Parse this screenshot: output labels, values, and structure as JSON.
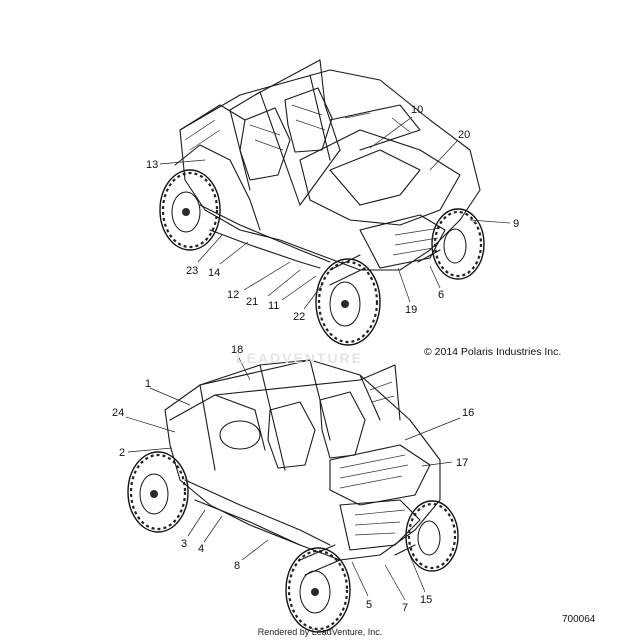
{
  "copyright": "© 2014 Polaris Industries Inc.",
  "diagram_number": "700064",
  "rendered_by": "Rendered by LeadVenture, Inc.",
  "watermark": "LEADVENTURE",
  "views": [
    {
      "name": "top-view-front",
      "callouts": [
        {
          "label": "10"
        },
        {
          "label": "20"
        },
        {
          "label": "13"
        },
        {
          "label": "9"
        },
        {
          "label": "23"
        },
        {
          "label": "14"
        },
        {
          "label": "12"
        },
        {
          "label": "21"
        },
        {
          "label": "11"
        },
        {
          "label": "22"
        },
        {
          "label": "19"
        },
        {
          "label": "6"
        }
      ]
    },
    {
      "name": "bottom-view-rear",
      "callouts": [
        {
          "label": "18"
        },
        {
          "label": "1"
        },
        {
          "label": "24"
        },
        {
          "label": "16"
        },
        {
          "label": "2"
        },
        {
          "label": "17"
        },
        {
          "label": "3"
        },
        {
          "label": "4"
        },
        {
          "label": "8"
        },
        {
          "label": "5"
        },
        {
          "label": "7"
        },
        {
          "label": "15"
        }
      ]
    }
  ]
}
